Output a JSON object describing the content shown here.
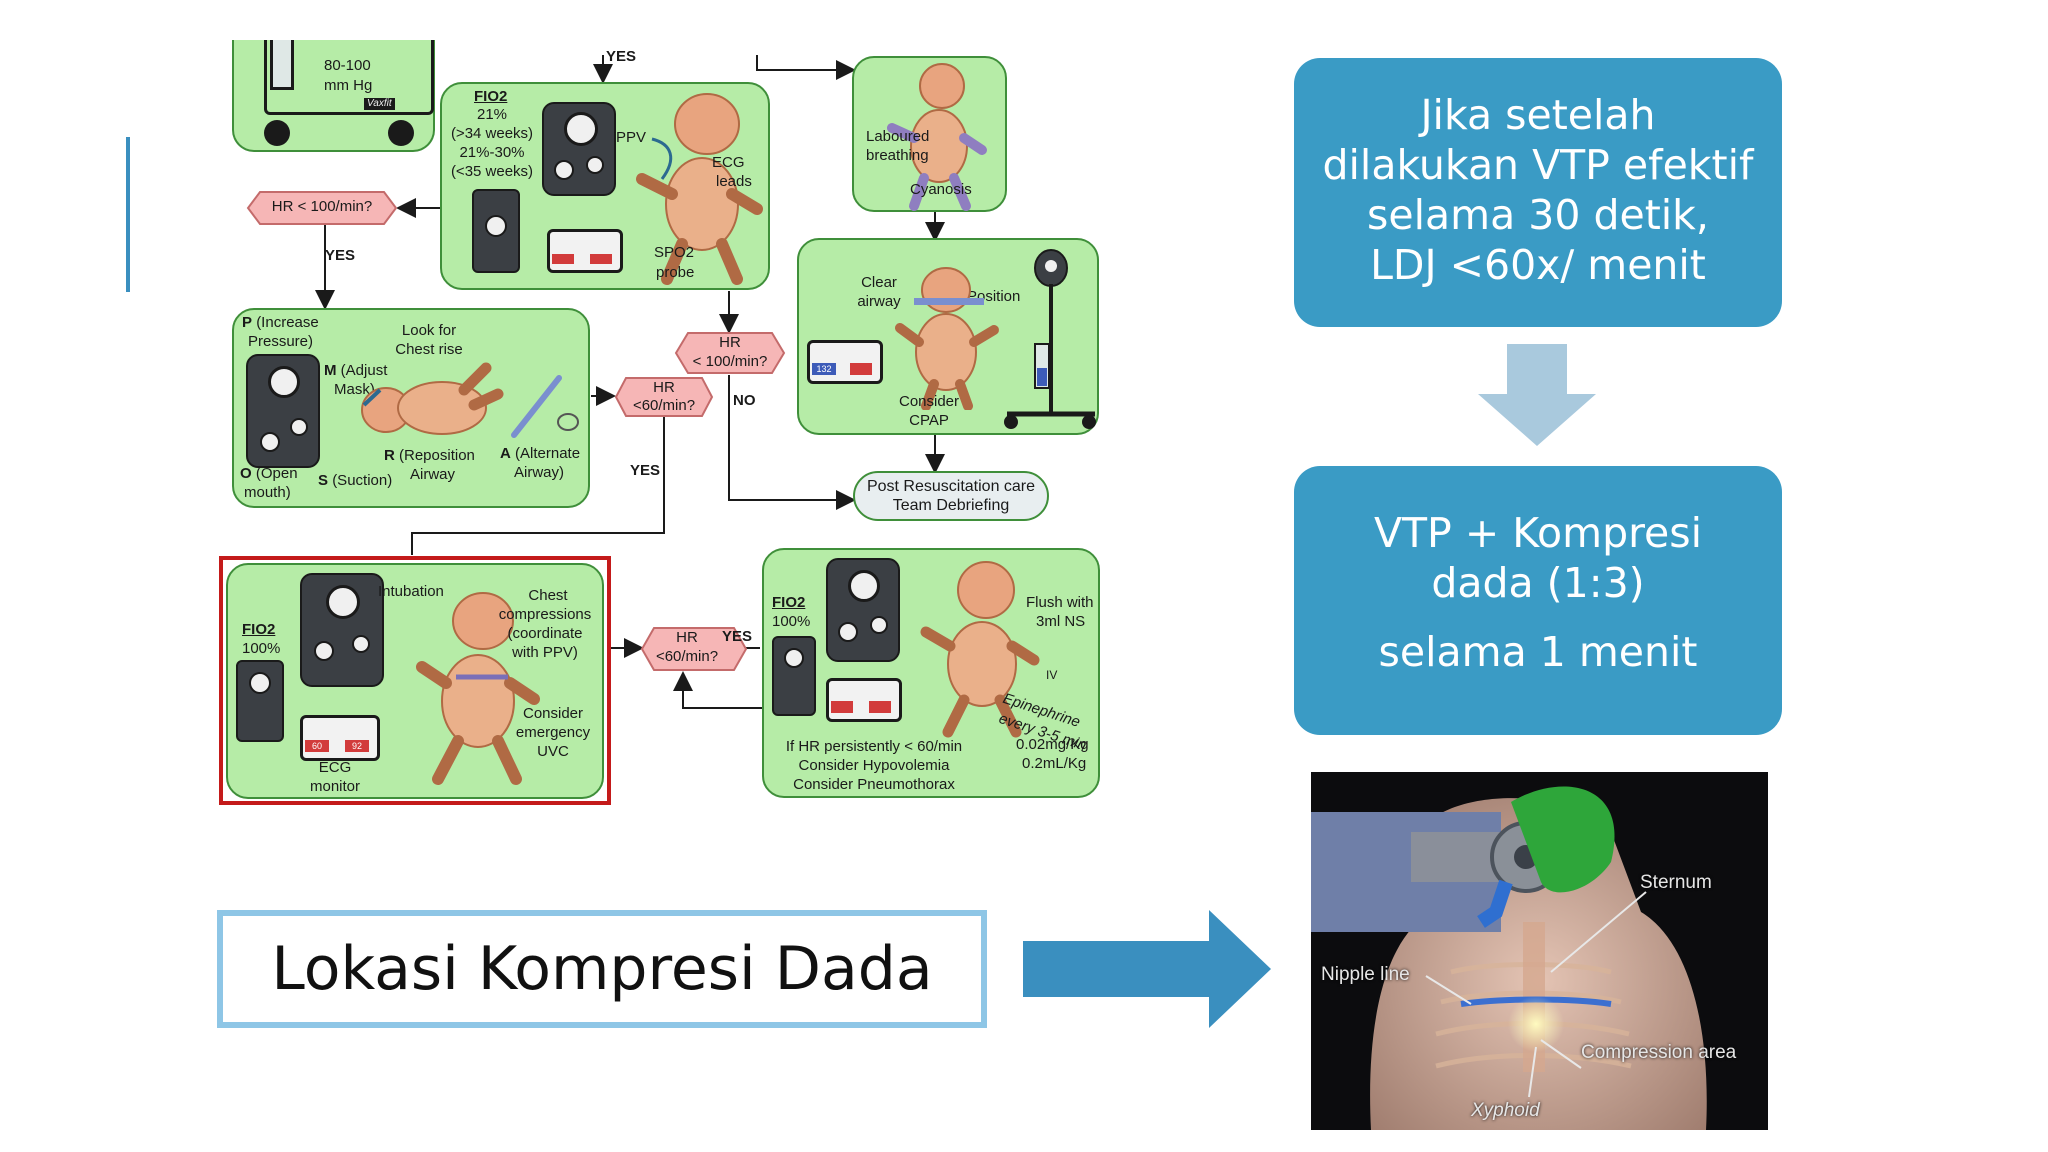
{
  "slide": {
    "background": "#ffffff",
    "accent_color": "#3a8fbf"
  },
  "flowchart": {
    "top_left": {
      "pressure": "80-100",
      "unit": "mm Hg",
      "brand": "Vaxfit"
    },
    "top_yes": "YES",
    "ppv_panel": {
      "fio2_label": "FIO2",
      "fio2_lines": [
        "21%",
        "(>34 weeks)",
        "21%-30%",
        "(<35 weeks)"
      ],
      "ppv": "PPV",
      "ecg_leads": [
        "ECG",
        "leads"
      ],
      "spo2_probe": [
        "SPO2",
        "probe"
      ]
    },
    "cyanosis_panel": {
      "laboured": [
        "Laboured",
        "breathing"
      ],
      "cyanosis": "Cyanosis"
    },
    "decision_hr100_left": "HR < 100/min?",
    "yes_left": "YES",
    "mrsopa_panel": {
      "p": "P",
      "p_text": [
        "(Increase",
        "Pressure)"
      ],
      "look": [
        "Look for",
        "Chest rise"
      ],
      "m": "M",
      "m_text": [
        "(Adjust",
        "Mask)"
      ],
      "r": "R",
      "r_text": [
        "(Reposition",
        "Airway"
      ],
      "a": "A",
      "a_text": [
        "(Alternate",
        "Airway)"
      ],
      "o": "O",
      "o_text": [
        "(Open",
        "mouth)"
      ],
      "s": "S",
      "s_text": "(Suction)"
    },
    "decision_hr60_mid": [
      "HR",
      "<60/min?"
    ],
    "decision_hr100_right": [
      "HR",
      "< 100/min?"
    ],
    "no_label": "NO",
    "yes_mid": "YES",
    "cpap_panel": {
      "clear": [
        "Clear",
        "airway"
      ],
      "position": "Position",
      "consider": [
        "Consider",
        "CPAP"
      ],
      "monitor_value": "132"
    },
    "post_care": [
      "Post Resuscitation care",
      "Team Debriefing"
    ],
    "intubation_panel": {
      "fio2_label": "FIO2",
      "fio2_value": "100%",
      "intubation": "Intubation",
      "chest": [
        "Chest",
        "compressions",
        "(coordinate",
        "with PPV)"
      ],
      "consider": [
        "Consider",
        "emergency",
        "UVC"
      ],
      "ecg": [
        "ECG",
        "monitor"
      ],
      "monitor_left": "60",
      "monitor_right": "92"
    },
    "decision_hr60_bottom": [
      "HR",
      "<60/min?"
    ],
    "yes_bottom": "YES",
    "epinephrine_panel": {
      "fio2_label": "FIO2",
      "fio2_value": "100%",
      "flush": [
        "Flush with",
        "3ml NS"
      ],
      "iv": "IV",
      "epinephrine": [
        "Epinephrine",
        "every 3-5 min"
      ],
      "dose": [
        "0.02mg/Kg",
        "0.2mL/Kg"
      ],
      "persist": [
        "If HR persistently < 60/min",
        "Consider Hypovolemia",
        "Consider Pneumothorax"
      ]
    }
  },
  "right_panel": {
    "box1_lines": [
      "Jika setelah",
      "dilakukan VTP efektif",
      "selama 30 detik,",
      "LDJ <60x/ menit"
    ],
    "box2_lines": [
      "VTP + Kompresi",
      "dada (1:3)"
    ],
    "box2_extra": "selama 1 menit",
    "box_color": "#3a9bc5",
    "arrow_color": "#a9c9dd"
  },
  "bottom": {
    "caption": "Lokasi Kompresi Dada",
    "arrow_color": "#3a8fbf"
  },
  "photo_labels": {
    "sternum": "Sternum",
    "nipple": "Nipple line",
    "compression": "Compression area",
    "xyphoid": "Xyphoid"
  }
}
